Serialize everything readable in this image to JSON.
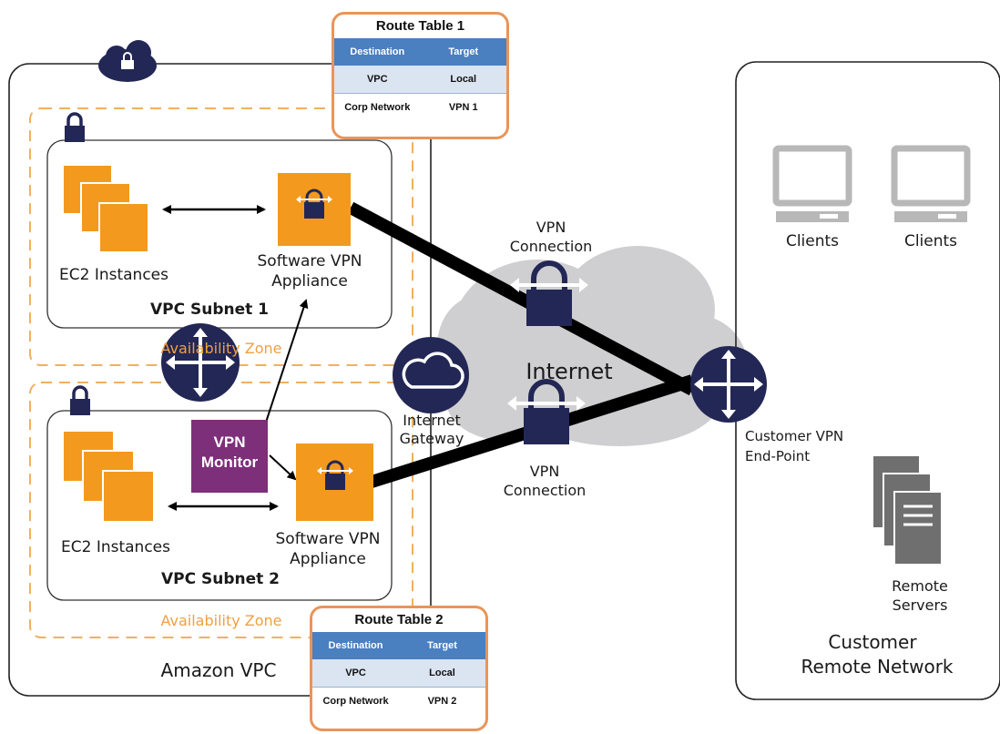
{
  "route_table_1": {
    "title": "Route Table 1",
    "headers": [
      "Destination",
      "Target"
    ],
    "rows": [
      [
        "VPC",
        "Local"
      ],
      [
        "Corp Network",
        "VPN 1"
      ]
    ]
  },
  "route_table_2": {
    "title": "Route Table 2",
    "headers": [
      "Destination",
      "Target"
    ],
    "rows": [
      [
        "VPC",
        "Local"
      ],
      [
        "Corp Network",
        "VPN 2"
      ]
    ]
  },
  "vpc": {
    "label": "Amazon VPC",
    "zone_label": "Availability Zone",
    "subnet_1": {
      "label": "VPC Subnet 1",
      "ec2_label": "EC2 Instances",
      "vpn_label_1": "Software VPN",
      "vpn_label_2": "Appliance"
    },
    "subnet_2": {
      "label": "VPC Subnet 2",
      "ec2_label": "EC2 Instances",
      "vpn_label_1": "Software VPN",
      "vpn_label_2": "Appliance"
    },
    "vpn_monitor_1": "VPN",
    "vpn_monitor_2": "Monitor"
  },
  "internet": {
    "label": "Internet",
    "gateway_1": "Internet",
    "gateway_2": "Gateway",
    "vpn_conn_top_1": "VPN",
    "vpn_conn_top_2": "Connection",
    "vpn_conn_bottom_1": "VPN",
    "vpn_conn_bottom_2": "Connection"
  },
  "customer": {
    "endpoint_1": "Customer VPN",
    "endpoint_2": "End-Point",
    "clients_1": "Clients",
    "clients_2": "Clients",
    "servers_1": "Remote",
    "servers_2": "Servers",
    "network_1": "Customer",
    "network_2": "Remote Network"
  },
  "colors": {
    "orange": "#f39a1e",
    "navy": "#232755",
    "purple": "#7d2f7a",
    "table_header": "#4a7fc0",
    "zone_dash": "#f0b060",
    "cloud": "#cfcfd1"
  }
}
